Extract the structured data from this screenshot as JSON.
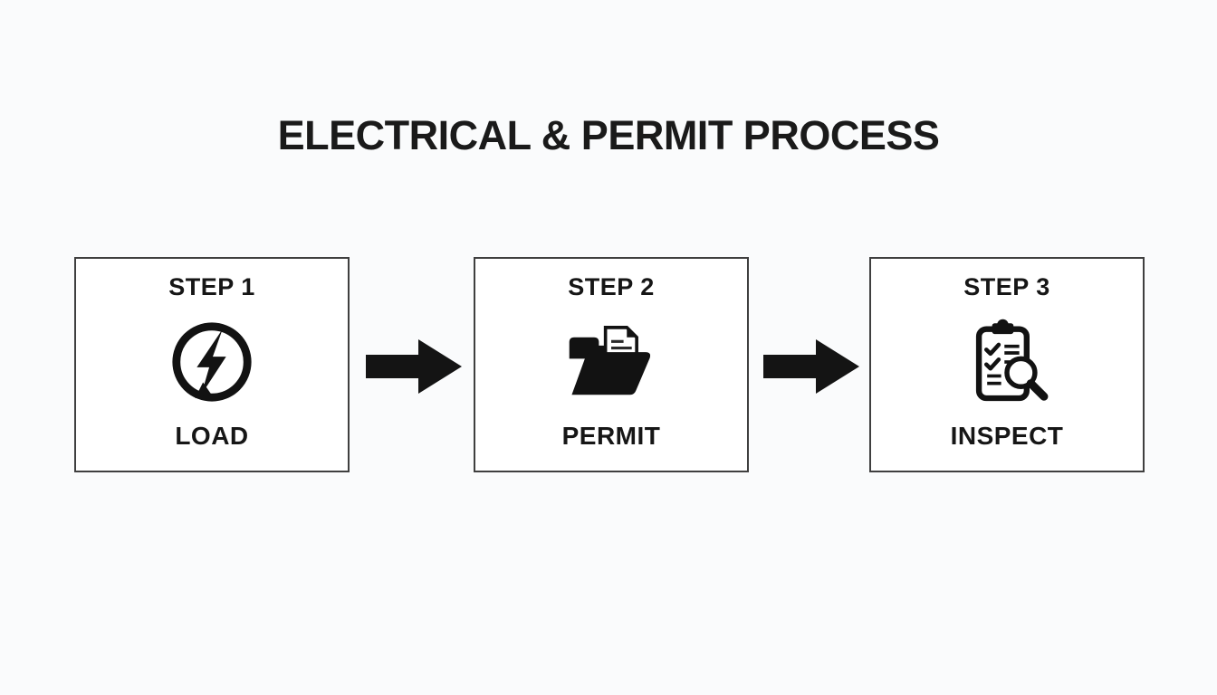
{
  "title": "ELECTRICAL & PERMIT PROCESS",
  "colors": {
    "background": "#fafbfc",
    "box_background": "#ffffff",
    "box_border": "#3f3f3f",
    "ink": "#161616"
  },
  "steps": [
    {
      "step_label": "STEP 1",
      "icon": "lightning-circle-icon",
      "label": "LOAD"
    },
    {
      "step_label": "STEP 2",
      "icon": "open-folder-document-icon",
      "label": "PERMIT"
    },
    {
      "step_label": "STEP 3",
      "icon": "clipboard-checklist-magnifier-icon",
      "label": "INSPECT"
    }
  ],
  "connectors": [
    {
      "icon": "right-arrow-icon"
    },
    {
      "icon": "right-arrow-icon"
    }
  ]
}
